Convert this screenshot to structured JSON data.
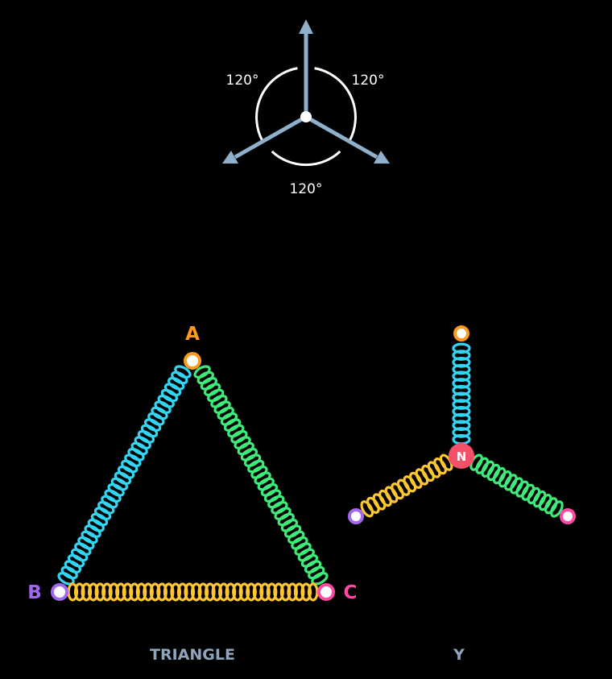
{
  "phasor": {
    "angle_labels": [
      "120°",
      "120°",
      "120°"
    ]
  },
  "triangle": {
    "node_labels": {
      "a": "A",
      "b": "B",
      "c": "C"
    },
    "caption": "TRIANGLE"
  },
  "wye": {
    "neutral_label": "N",
    "caption": "Y"
  },
  "colors": {
    "phase_a": "#ff9a1f",
    "phase_b": "#a368f0",
    "phase_c": "#ff4aa5",
    "coil_cyan": "#32d5f4",
    "coil_green": "#3dea7a",
    "coil_yellow": "#ffc62e",
    "neutral_fill": "#f5506a",
    "arrow": "#8fb0cb",
    "caption": "#8ea6bd"
  }
}
